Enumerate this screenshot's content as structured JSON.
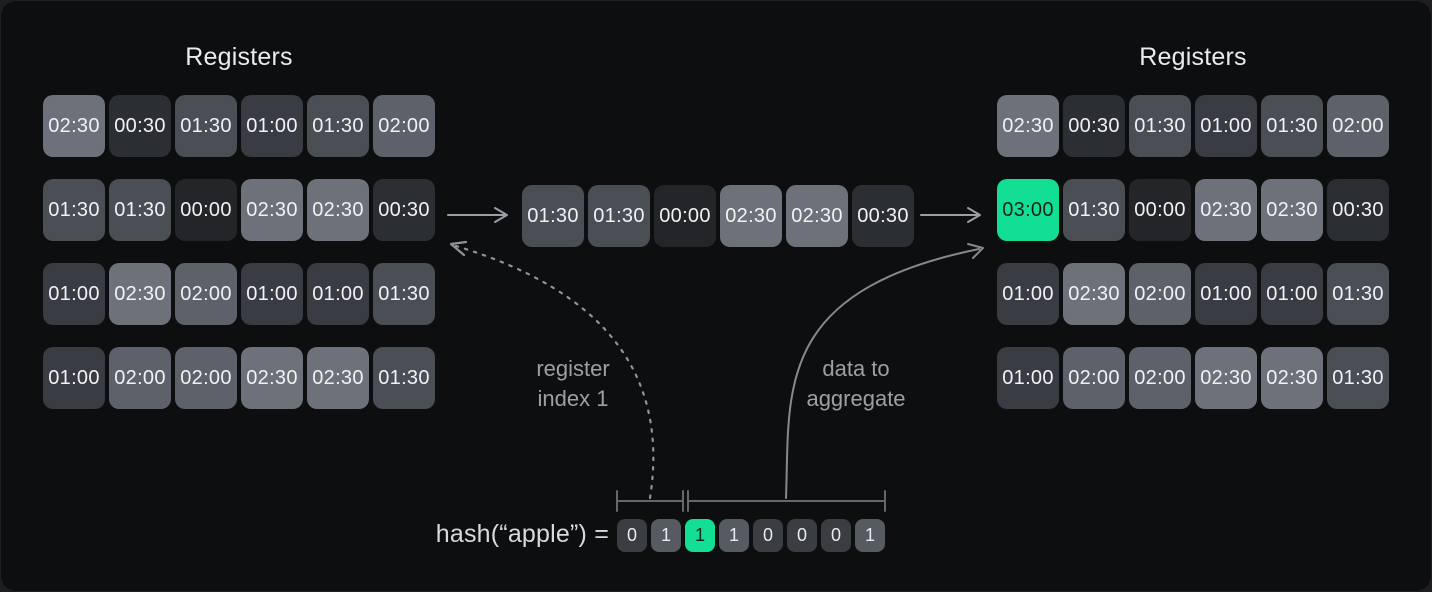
{
  "titles": {
    "left": "Registers",
    "right": "Registers"
  },
  "left_grid": {
    "rows": [
      [
        "02:30",
        "00:30",
        "01:30",
        "01:00",
        "01:30",
        "02:00"
      ],
      [
        "01:30",
        "01:30",
        "00:00",
        "02:30",
        "02:30",
        "00:30"
      ],
      [
        "01:00",
        "02:30",
        "02:00",
        "01:00",
        "01:00",
        "01:30"
      ],
      [
        "01:00",
        "02:00",
        "02:00",
        "02:30",
        "02:30",
        "01:30"
      ]
    ]
  },
  "middle_row": {
    "cells": [
      "01:30",
      "01:30",
      "00:00",
      "02:30",
      "02:30",
      "00:30"
    ]
  },
  "right_grid": {
    "rows": [
      [
        "02:30",
        "00:30",
        "01:30",
        "01:00",
        "01:30",
        "02:00"
      ],
      [
        "03:00",
        "01:30",
        "00:00",
        "02:30",
        "02:30",
        "00:30"
      ],
      [
        "01:00",
        "02:30",
        "02:00",
        "01:00",
        "01:00",
        "01:30"
      ],
      [
        "01:00",
        "02:00",
        "02:00",
        "02:30",
        "02:30",
        "01:30"
      ]
    ],
    "highlight": {
      "row": 1,
      "col": 0,
      "value": "03:00"
    }
  },
  "labels": {
    "register_index": {
      "line1": "register",
      "line2": "index 1"
    },
    "data_to_aggregate": {
      "line1": "data to",
      "line2": "aggregate"
    }
  },
  "hash": {
    "label": "hash(“apple”) =",
    "bits": [
      {
        "value": "0",
        "accent": false
      },
      {
        "value": "1",
        "accent": false
      },
      {
        "value": "1",
        "accent": true
      },
      {
        "value": "1",
        "accent": false
      },
      {
        "value": "0",
        "accent": false
      },
      {
        "value": "0",
        "accent": false
      },
      {
        "value": "0",
        "accent": false
      },
      {
        "value": "1",
        "accent": false
      }
    ]
  },
  "colors": {
    "accent": "#12df93",
    "value_shades": {
      "00:00": "#232528",
      "00:30": "#2b2e33",
      "01:00": "#393d43",
      "01:30": "#4a4e55",
      "02:00": "#5d6169",
      "02:30": "#6c717a",
      "03:00": "#12df93"
    },
    "bit_off": "#3a3d42",
    "bit_on": "#565a61"
  }
}
